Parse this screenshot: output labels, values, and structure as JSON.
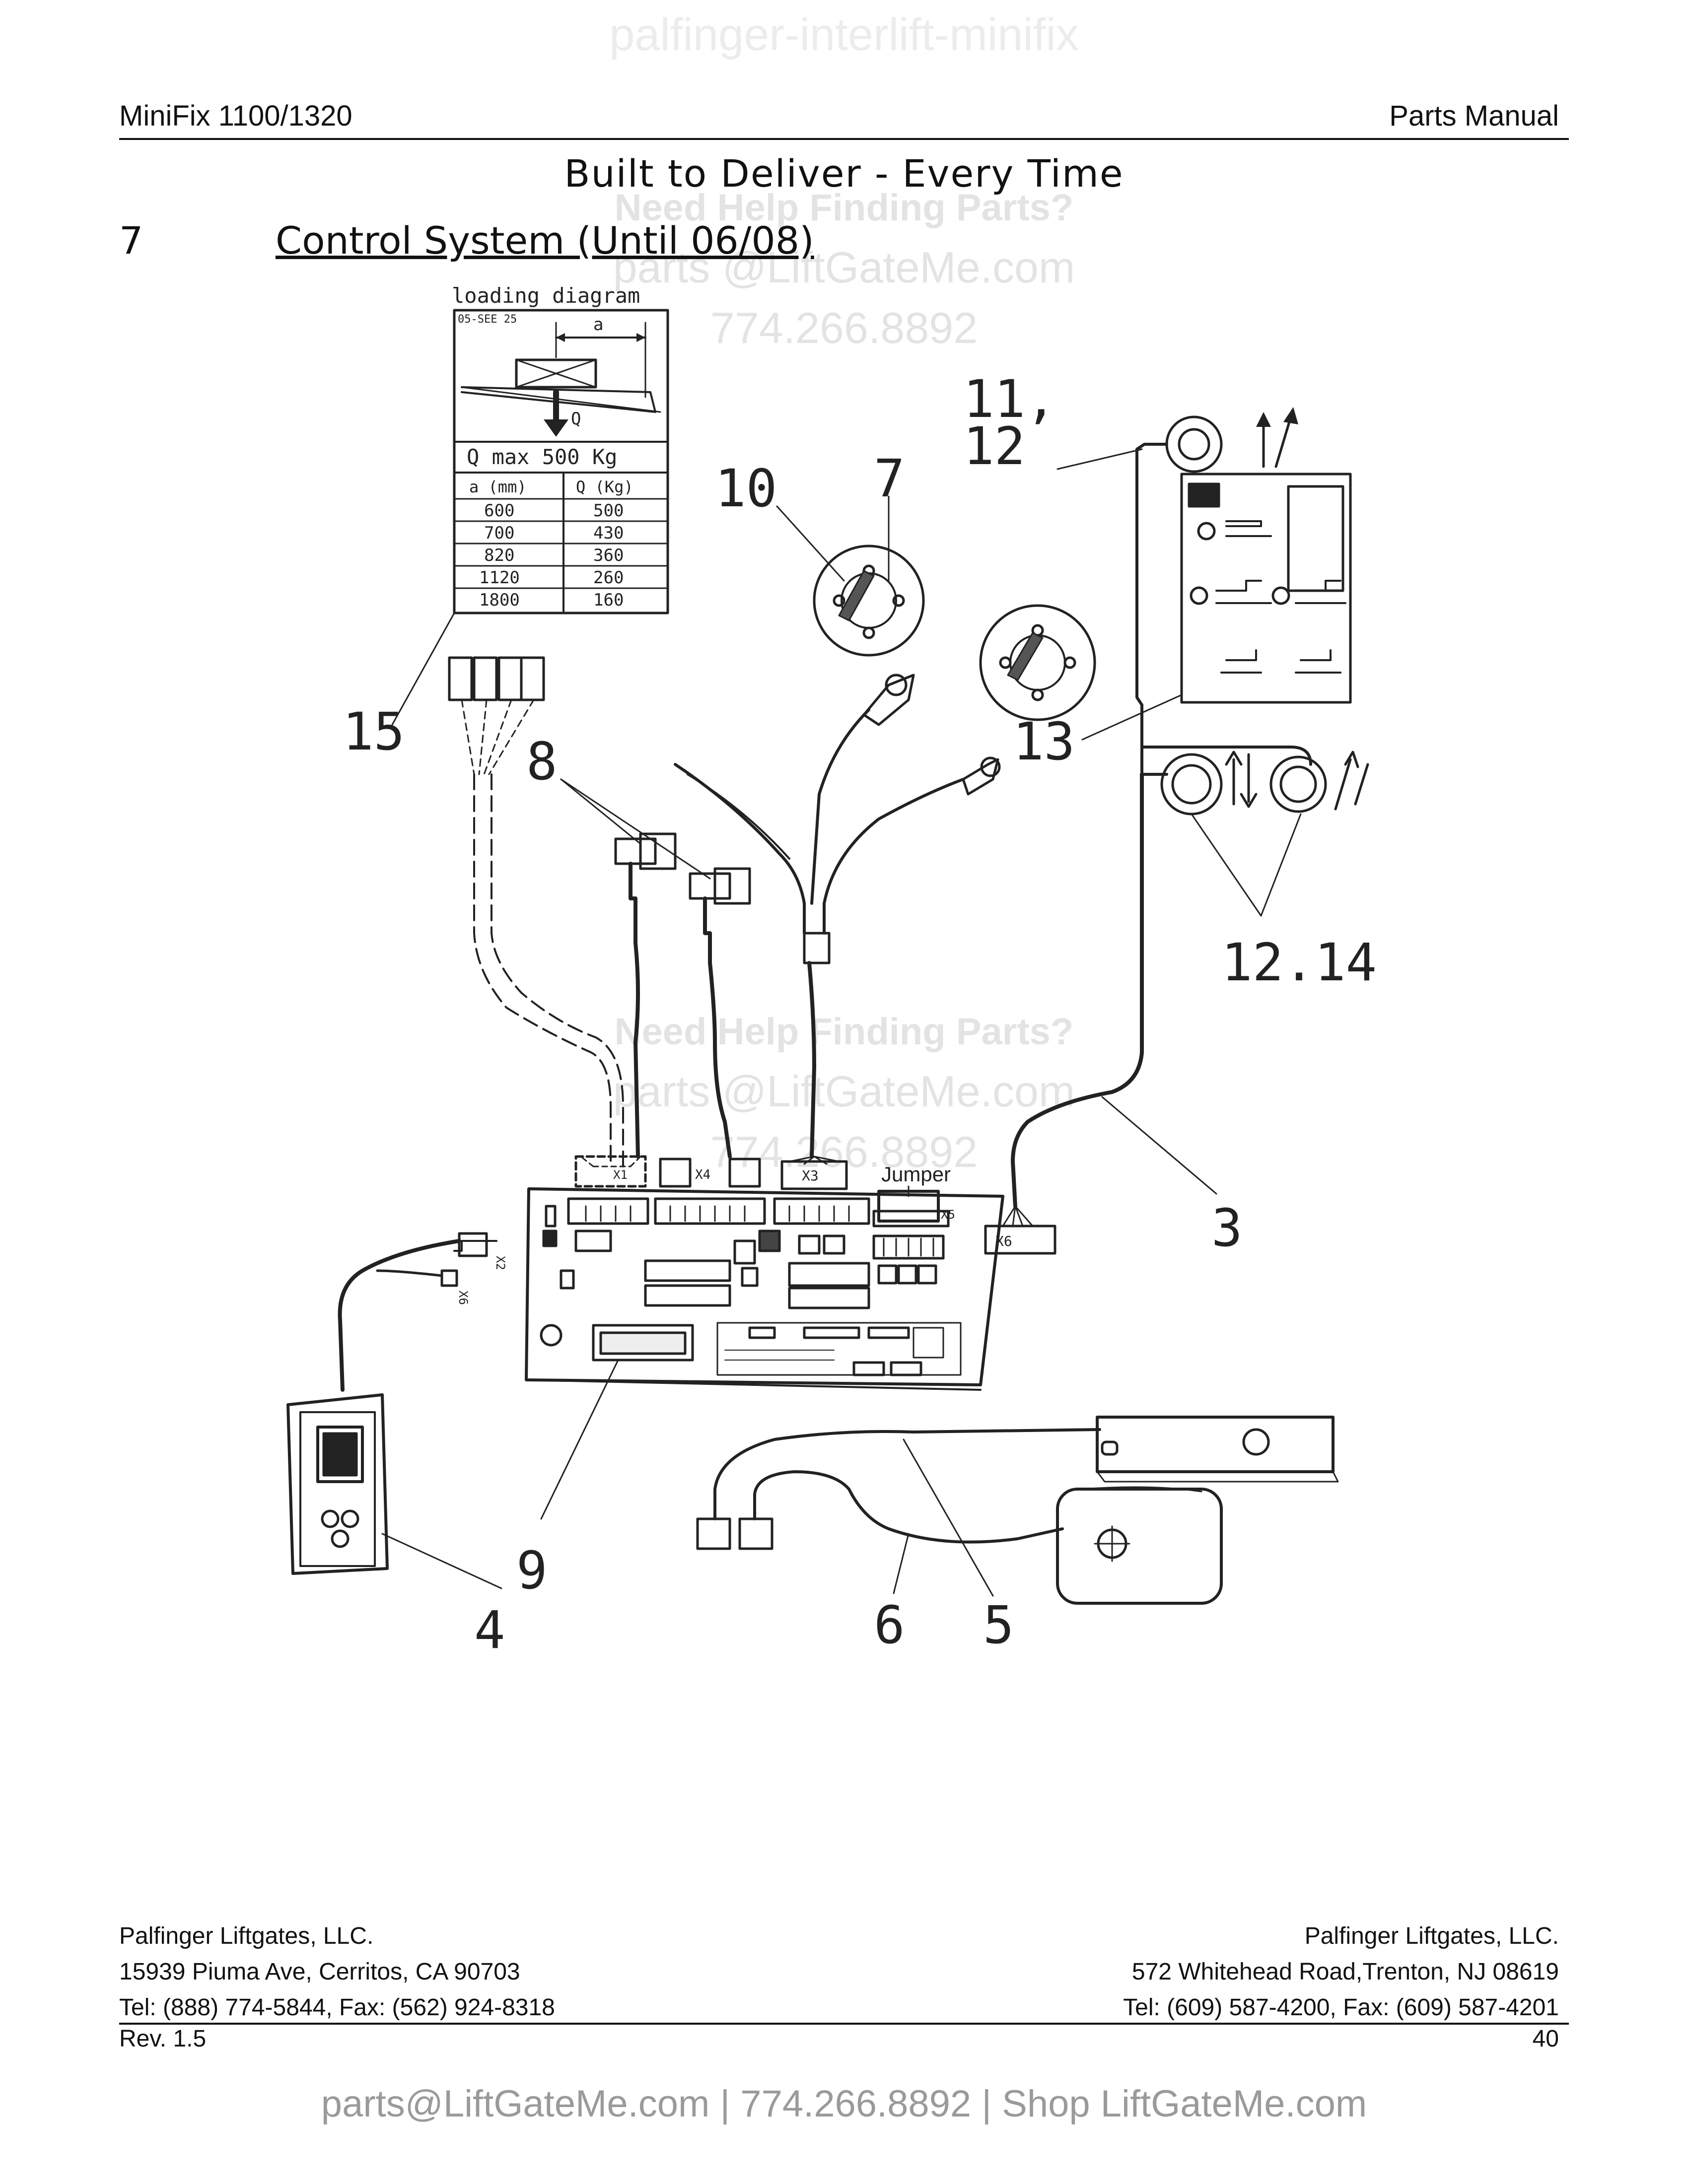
{
  "watermark_top": "palfinger-interlift-minifix",
  "header": {
    "left": "MiniFix 1100/1320",
    "right": "Parts Manual"
  },
  "tagline": "Built to Deliver - Every Time",
  "section": {
    "number": "7",
    "title": "Control System (Until 06/08)"
  },
  "watermark": {
    "help": "Need Help Finding Parts?",
    "email": "parts @LiftGateMe.com",
    "phone": "774.266.8892"
  },
  "loading_diagram": {
    "title": "loading diagram",
    "code": "05-SEE 25",
    "dim_label": "a",
    "load_label": "Q",
    "max_label": "Q max  500 Kg",
    "columns": [
      "a (mm)",
      "Q (Kg)"
    ],
    "rows": [
      [
        "600",
        "500"
      ],
      [
        "700",
        "430"
      ],
      [
        "820",
        "360"
      ],
      [
        "1120",
        "260"
      ],
      [
        "1800",
        "160"
      ]
    ]
  },
  "connectors": {
    "x1": "X1",
    "x2": "X2",
    "x3": "X3",
    "x4": "X4",
    "x5": "X5",
    "x6": "X6",
    "jumper": "Jumper"
  },
  "callouts": {
    "c11_12_a": "11,",
    "c11_12_b": "12",
    "c10": "10",
    "c7": "7",
    "c15": "15",
    "c8": "8",
    "c13": "13",
    "c12_14": "12.14",
    "c3": "3",
    "c9": "9",
    "c4": "4",
    "c6": "6",
    "c5": "5"
  },
  "footer": {
    "left": [
      "Palfinger Liftgates, LLC.",
      "15939 Piuma Ave, Cerritos, CA 90703",
      "Tel: (888) 774-5844, Fax: (562) 924-8318"
    ],
    "right": [
      "Palfinger Liftgates, LLC.",
      "572 Whitehead Road,Trenton, NJ 08619",
      "Tel: (609) 587-4200, Fax: (609) 587-4201"
    ],
    "rev": "Rev. 1.5",
    "page": "40"
  },
  "shop_line": "parts@LiftGateMe.com | 774.266.8892 | Shop LiftGateMe.com"
}
